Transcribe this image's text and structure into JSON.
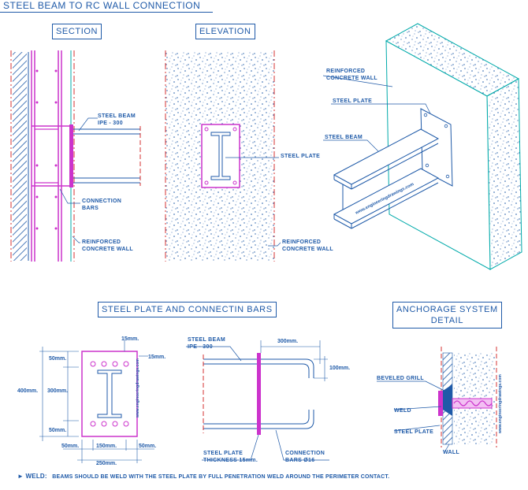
{
  "title": "STEEL BEAM TO RC WALL CONNECTION",
  "views": {
    "section": "SECTION",
    "elevation": "ELEVATION",
    "plate_bars": "STEEL PLATE AND CONNECTIN BARS",
    "anchorage_line1": "ANCHORAGE SYSTEM",
    "anchorage_line2": "DETAIL"
  },
  "labels": {
    "steel_beam": "STEEL BEAM",
    "ipe": "IPE - 300",
    "connection": "CONNECTION",
    "bars": "BARS",
    "reinforced": "REINFORCED",
    "concrete_wall": "CONCRETE WALL",
    "steel_plate": "STEEL PLATE",
    "thickness": "THICKNESS 15mm.",
    "connection_bars": "CONNECTION",
    "bars_dia": "BARS Ø16",
    "beveled_grill": "BEVELED GRILL",
    "weld": "WELD",
    "wall": "WALL"
  },
  "dimensions": {
    "d15a": "15mm.",
    "d15b": "15mm.",
    "d50a": "50mm.",
    "d300v": "300mm.",
    "d50b": "50mm.",
    "d400": "400mm.",
    "d50c": "50mm.",
    "d150": "150mm.",
    "d50d": "50mm.",
    "d250": "250mm.",
    "d300h": "300mm.",
    "d100": "100mm."
  },
  "watermark": "www.engineeringdrawings.com",
  "note_label": "► WELD:",
  "note_text": "BEAMS SHOULD BE WELD WITH THE STEEL PLATE BY FULL PENETRATION WELD AROUND THE PERIMETER CONTACT."
}
